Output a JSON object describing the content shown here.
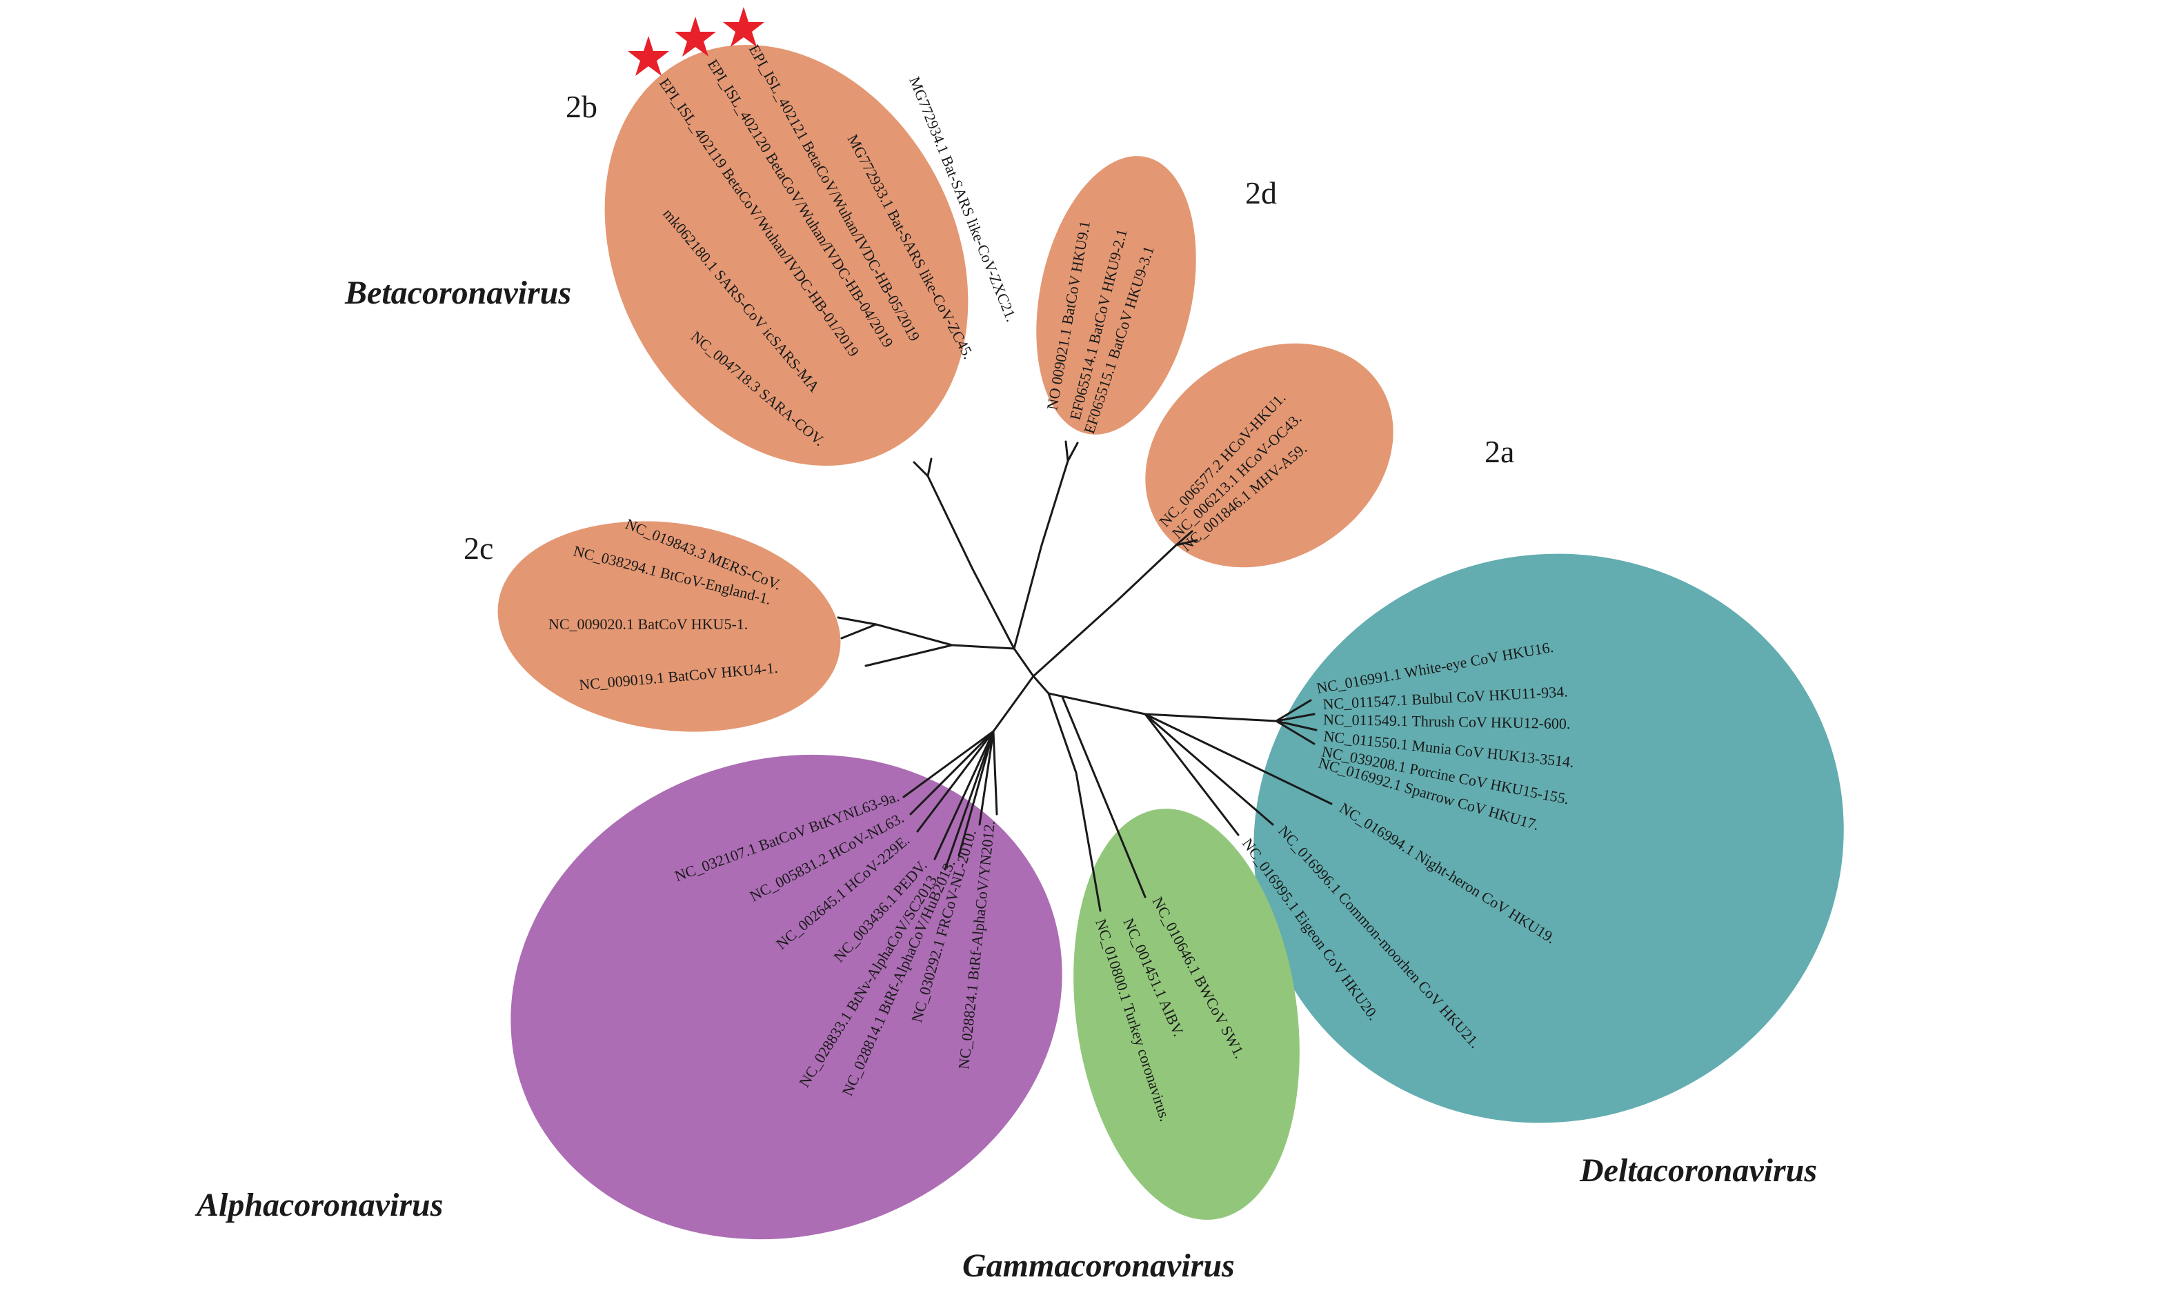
{
  "colors": {
    "beta": "#E39873",
    "alpha": "#AC6DB4",
    "gamma": "#92C77B",
    "delta": "#63ADB0",
    "star": "#E8202A",
    "line": "#1a1a1a"
  },
  "genera": {
    "beta": "Betacoronavirus",
    "alpha": "Alphacoronavirus",
    "gamma": "Gammacoronavirus",
    "delta": "Deltacoronavirus"
  },
  "subgroups": {
    "b2a": "2a",
    "b2b": "2b",
    "b2c": "2c",
    "b2d": "2d"
  },
  "markers": [
    "star-icon",
    "star-icon",
    "star-icon"
  ],
  "leaves": {
    "beta2b": [
      "MG772934.1 Bat-SARS like-CoV-ZXC21.",
      "EPI_ISL_402121 BetaCoV/Wuhan/IVDC-HB-05/2019",
      "MG772933.1 Bat-SARS like-CoV-ZC45.",
      "EPI_ISL_402120 BetaCoV/Wuhan/IVDC-HB-04/2019",
      "EPI_ISL_402119 BetaCoV/Wuhan/IVDC-HB-01/2019",
      "mk062180.1 SARS-CoV icSARS-MA",
      "NC_004718.3 SARA-COV."
    ],
    "beta2d": [
      "NO 009021.1 BatCoV HKU9.1",
      "EF065514.1 BatCoV HKU9-2.1",
      "EF065515.1 BatCoV HKU9-3.1"
    ],
    "beta2a": [
      "NC_006577.2 HCoV-HKU1.",
      "NC_006213.1 HCoV-OC43.",
      "NC_001846.1 MHV-A59."
    ],
    "beta2c": [
      "NC_019843.3 MERS-CoV.",
      "NC_038294.1 BtCoV-England-1.",
      "NC_009020.1 BatCoV HKU5-1.",
      "NC_009019.1 BatCoV HKU4-1."
    ],
    "delta": [
      "NC_016991.1 White-eye CoV HKU16.",
      "NC_011547.1 Bulbul CoV HKU11-934.",
      "NC_011549.1 Thrush CoV HKU12-600.",
      "NC_011550.1 Munia CoV HUK13-3514.",
      "NC_039208.1 Porcine CoV HKU15-155.",
      "NC_016992.1 Sparrow CoV HKU17.",
      "NC_016994.1 Night-heron CoV HKU19.",
      "NC_016996.1 Common-moorhen CoV HKU21.",
      "NC_016995.1 Eigeon CoV HKU20."
    ],
    "gamma": [
      "NC_010646.1 BWCoV SW1.",
      "NC_001451.1 AIBV.",
      "NC_010800.1 Turkey coronavirus."
    ],
    "alpha": [
      "NC_032107.1 BatCoV BtKYNL63-9a.",
      "NC_005831.2 HCoV-NL63.",
      "NC_002645.1 HCoV-229E.",
      "NC_003436.1 PEDV.",
      "NC_028833.1 BtNv-AlphaCoV/SC2013.",
      "NC_028814.1 BtRf-AlphaCoV/HuB2013.",
      "NC_030292.1 FRCoV-NL-2010.",
      "NC_028824.1 BtRf-AlphaCoV/YN2012."
    ]
  }
}
